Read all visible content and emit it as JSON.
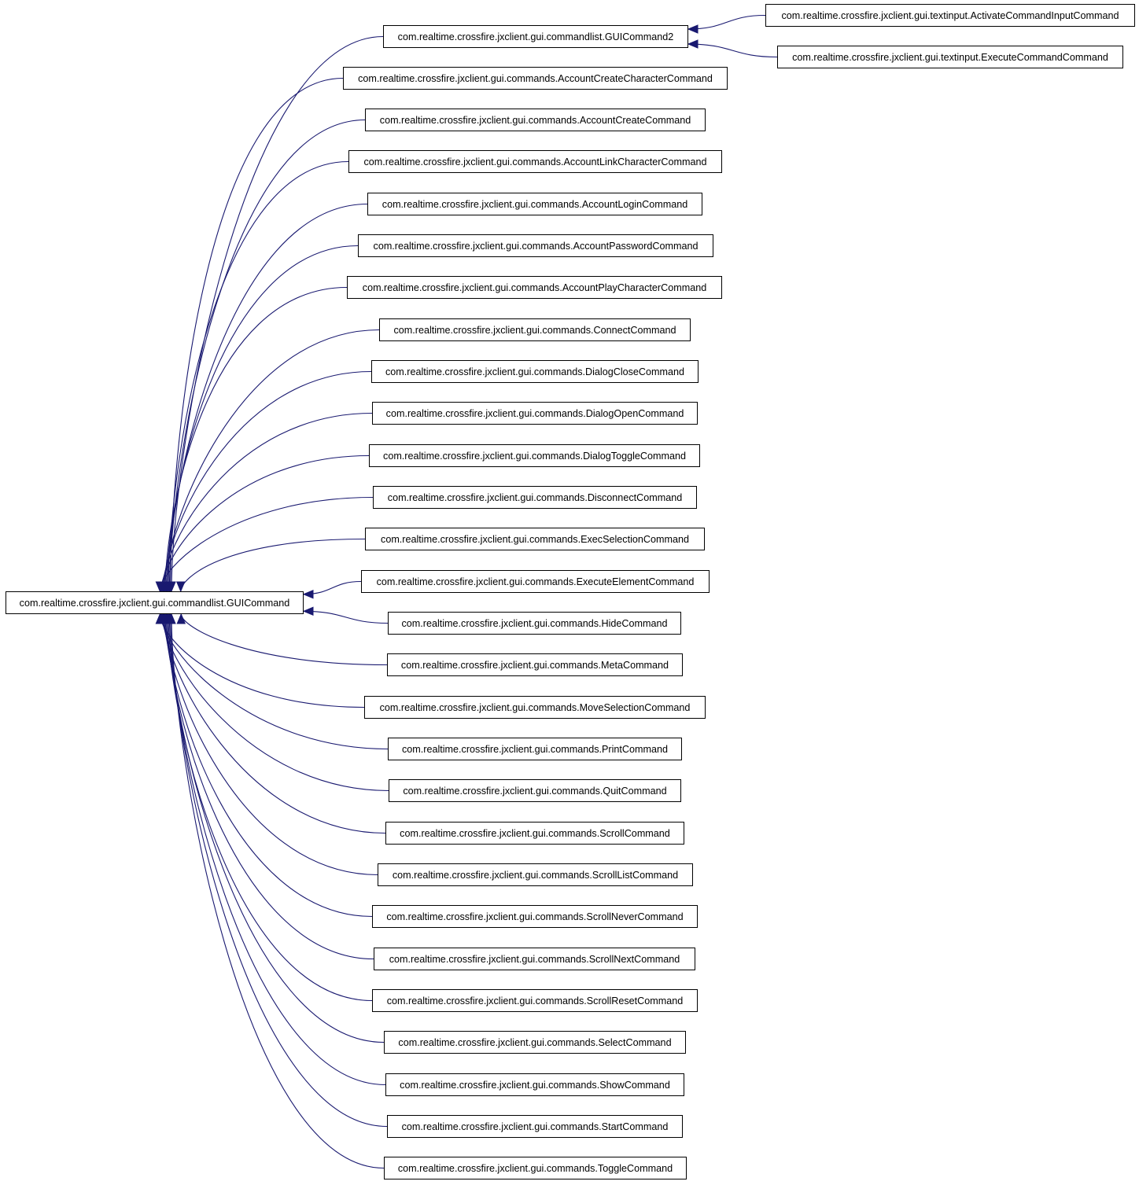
{
  "diagram": {
    "type": "class-inheritance",
    "colors": {
      "edge": "#191970",
      "node_border": "#000000",
      "node_fill": "#ffffff",
      "text": "#000000"
    },
    "nodes": [
      {
        "id": "guicommand",
        "label": "com.realtime.crossfire.jxclient.gui.commandlist.GUICommand"
      },
      {
        "id": "guicommand2",
        "label": "com.realtime.crossfire.jxclient.gui.commandlist.GUICommand2"
      },
      {
        "id": "activate",
        "label": "com.realtime.crossfire.jxclient.gui.textinput.ActivateCommandInputCommand"
      },
      {
        "id": "executecmd",
        "label": "com.realtime.crossfire.jxclient.gui.textinput.ExecuteCommandCommand"
      },
      {
        "id": "c1",
        "label": "com.realtime.crossfire.jxclient.gui.commands.AccountCreateCharacterCommand"
      },
      {
        "id": "c2",
        "label": "com.realtime.crossfire.jxclient.gui.commands.AccountCreateCommand"
      },
      {
        "id": "c3",
        "label": "com.realtime.crossfire.jxclient.gui.commands.AccountLinkCharacterCommand"
      },
      {
        "id": "c4",
        "label": "com.realtime.crossfire.jxclient.gui.commands.AccountLoginCommand"
      },
      {
        "id": "c5",
        "label": "com.realtime.crossfire.jxclient.gui.commands.AccountPasswordCommand"
      },
      {
        "id": "c6",
        "label": "com.realtime.crossfire.jxclient.gui.commands.AccountPlayCharacterCommand"
      },
      {
        "id": "c7",
        "label": "com.realtime.crossfire.jxclient.gui.commands.ConnectCommand"
      },
      {
        "id": "c8",
        "label": "com.realtime.crossfire.jxclient.gui.commands.DialogCloseCommand"
      },
      {
        "id": "c9",
        "label": "com.realtime.crossfire.jxclient.gui.commands.DialogOpenCommand"
      },
      {
        "id": "c10",
        "label": "com.realtime.crossfire.jxclient.gui.commands.DialogToggleCommand"
      },
      {
        "id": "c11",
        "label": "com.realtime.crossfire.jxclient.gui.commands.DisconnectCommand"
      },
      {
        "id": "c12",
        "label": "com.realtime.crossfire.jxclient.gui.commands.ExecSelectionCommand"
      },
      {
        "id": "c13",
        "label": "com.realtime.crossfire.jxclient.gui.commands.ExecuteElementCommand"
      },
      {
        "id": "c14",
        "label": "com.realtime.crossfire.jxclient.gui.commands.HideCommand"
      },
      {
        "id": "c15",
        "label": "com.realtime.crossfire.jxclient.gui.commands.MetaCommand"
      },
      {
        "id": "c16",
        "label": "com.realtime.crossfire.jxclient.gui.commands.MoveSelectionCommand"
      },
      {
        "id": "c17",
        "label": "com.realtime.crossfire.jxclient.gui.commands.PrintCommand"
      },
      {
        "id": "c18",
        "label": "com.realtime.crossfire.jxclient.gui.commands.QuitCommand"
      },
      {
        "id": "c19",
        "label": "com.realtime.crossfire.jxclient.gui.commands.ScrollCommand"
      },
      {
        "id": "c20",
        "label": "com.realtime.crossfire.jxclient.gui.commands.ScrollListCommand"
      },
      {
        "id": "c21",
        "label": "com.realtime.crossfire.jxclient.gui.commands.ScrollNeverCommand"
      },
      {
        "id": "c22",
        "label": "com.realtime.crossfire.jxclient.gui.commands.ScrollNextCommand"
      },
      {
        "id": "c23",
        "label": "com.realtime.crossfire.jxclient.gui.commands.ScrollResetCommand"
      },
      {
        "id": "c24",
        "label": "com.realtime.crossfire.jxclient.gui.commands.SelectCommand"
      },
      {
        "id": "c25",
        "label": "com.realtime.crossfire.jxclient.gui.commands.ShowCommand"
      },
      {
        "id": "c26",
        "label": "com.realtime.crossfire.jxclient.gui.commands.StartCommand"
      },
      {
        "id": "c27",
        "label": "com.realtime.crossfire.jxclient.gui.commands.ToggleCommand"
      }
    ],
    "edges": [
      {
        "from": "guicommand2",
        "to": "guicommand"
      },
      {
        "from": "c1",
        "to": "guicommand"
      },
      {
        "from": "c2",
        "to": "guicommand"
      },
      {
        "from": "c3",
        "to": "guicommand"
      },
      {
        "from": "c4",
        "to": "guicommand"
      },
      {
        "from": "c5",
        "to": "guicommand"
      },
      {
        "from": "c6",
        "to": "guicommand"
      },
      {
        "from": "c7",
        "to": "guicommand"
      },
      {
        "from": "c8",
        "to": "guicommand"
      },
      {
        "from": "c9",
        "to": "guicommand"
      },
      {
        "from": "c10",
        "to": "guicommand"
      },
      {
        "from": "c11",
        "to": "guicommand"
      },
      {
        "from": "c12",
        "to": "guicommand"
      },
      {
        "from": "c13",
        "to": "guicommand"
      },
      {
        "from": "c14",
        "to": "guicommand"
      },
      {
        "from": "c15",
        "to": "guicommand"
      },
      {
        "from": "c16",
        "to": "guicommand"
      },
      {
        "from": "c17",
        "to": "guicommand"
      },
      {
        "from": "c18",
        "to": "guicommand"
      },
      {
        "from": "c19",
        "to": "guicommand"
      },
      {
        "from": "c20",
        "to": "guicommand"
      },
      {
        "from": "c21",
        "to": "guicommand"
      },
      {
        "from": "c22",
        "to": "guicommand"
      },
      {
        "from": "c23",
        "to": "guicommand"
      },
      {
        "from": "c24",
        "to": "guicommand"
      },
      {
        "from": "c25",
        "to": "guicommand"
      },
      {
        "from": "c26",
        "to": "guicommand"
      },
      {
        "from": "c27",
        "to": "guicommand"
      },
      {
        "from": "activate",
        "to": "guicommand2"
      },
      {
        "from": "executecmd",
        "to": "guicommand2"
      }
    ]
  }
}
